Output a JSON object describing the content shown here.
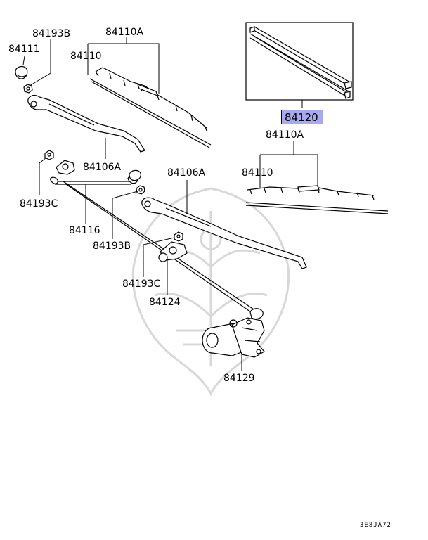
{
  "labels": {
    "l_84193B_top": "84193B",
    "l_84111": "84111",
    "l_84110A_left": "84110A",
    "l_84110_left": "84110",
    "l_84106A_left": "84106A",
    "l_84193C_left": "84193C",
    "l_84116": "84116",
    "l_84193B_mid": "84193B",
    "l_84106A_right": "84106A",
    "l_84120": "84120",
    "l_84110A_right": "84110A",
    "l_84110_right": "84110",
    "l_84193C_mid": "84193C",
    "l_84124": "84124",
    "l_84129": "84129"
  },
  "diagram_code": "3E8JA72",
  "colors": {
    "highlight": "#a9a9ee",
    "line": "#000000",
    "watermark": "#d8d8d8"
  }
}
